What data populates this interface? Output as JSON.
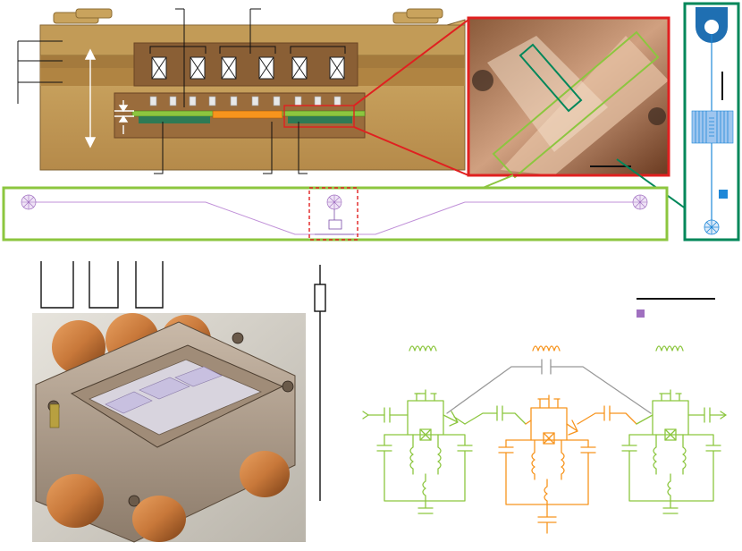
{
  "figure": {
    "panels": [
      {
        "id": "cross-section",
        "kind": "3d-cutaway-render"
      },
      {
        "id": "micrograph",
        "kind": "optical-photo-inset"
      },
      {
        "id": "chip-layout",
        "kind": "cpw-resonator-layout"
      },
      {
        "id": "transmon-zoom",
        "kind": "qubit-layout-inset"
      },
      {
        "id": "device-photo",
        "kind": "photo"
      },
      {
        "id": "circuit",
        "kind": "lumped-element-schematic"
      }
    ],
    "circuit_sections": [
      "left",
      "center",
      "right"
    ]
  },
  "colors": {
    "housing": "#b58a4a",
    "housing_dark": "#7f5f2e",
    "chip_green": "#8cc63f",
    "chip_orange": "#f7941d",
    "circuit_green": "#8cc63f",
    "circuit_orange": "#f7941d",
    "coupler_gray": "#999999",
    "red_inset": "#e02020",
    "teal_inset": "#00875a",
    "qubit_blue": "#1f88d8",
    "layout_purple": "#a070c0",
    "copper": "#c8783a"
  },
  "icons": [
    "coil-icon",
    "cross-box-icon",
    "capacitor-icon",
    "ground-arrow-icon"
  ]
}
